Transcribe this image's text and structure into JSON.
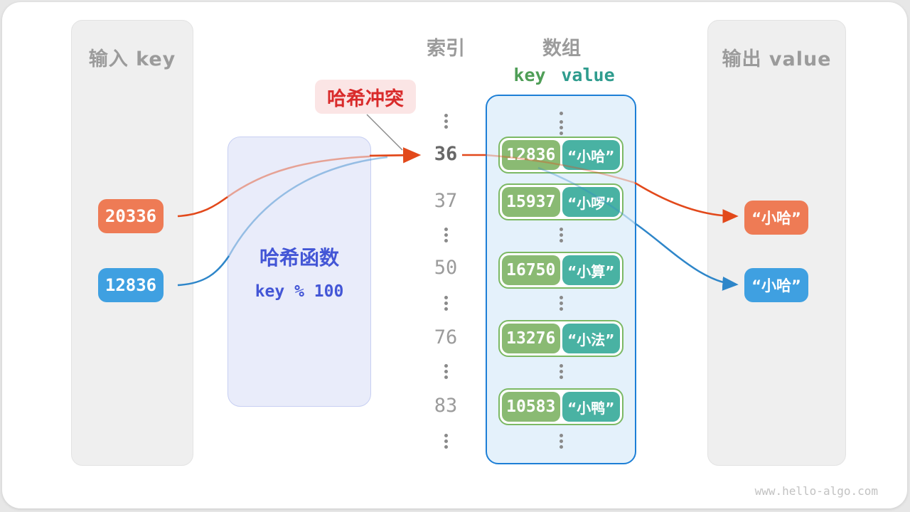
{
  "watermark": "www.hello-algo.com",
  "input_panel": {
    "title": "输入 key",
    "keys": [
      {
        "value": "20336",
        "tone": "orange"
      },
      {
        "value": "12836",
        "tone": "blue"
      }
    ]
  },
  "hash_function": {
    "name": "哈希函数",
    "formula": "key % 100"
  },
  "collision_badge": {
    "text": "哈希冲突"
  },
  "index_column": {
    "title": "索引",
    "items": [
      {
        "type": "ellipsis"
      },
      {
        "type": "index",
        "text": "36",
        "highlight": true
      },
      {
        "type": "index",
        "text": "37",
        "highlight": false
      },
      {
        "type": "ellipsis"
      },
      {
        "type": "index",
        "text": "50",
        "highlight": false
      },
      {
        "type": "ellipsis"
      },
      {
        "type": "index",
        "text": "76",
        "highlight": false
      },
      {
        "type": "ellipsis"
      },
      {
        "type": "index",
        "text": "83",
        "highlight": false
      },
      {
        "type": "ellipsis"
      }
    ]
  },
  "array_column": {
    "title": "数组",
    "headers": {
      "key": "key",
      "value": "value"
    },
    "rows": [
      {
        "key": "12836",
        "value": "“小哈”"
      },
      {
        "key": "15937",
        "value": "“小啰”"
      },
      {
        "key": "16750",
        "value": "“小算”"
      },
      {
        "key": "13276",
        "value": "“小法”"
      },
      {
        "key": "10583",
        "value": "“小鸭”"
      }
    ]
  },
  "output_panel": {
    "title": "输出 value",
    "values": [
      {
        "text": "“小哈”",
        "tone": "orange"
      },
      {
        "text": "“小哈”",
        "tone": "blue"
      }
    ]
  },
  "colors": {
    "orange_box": "#ee7b55",
    "blue_box": "#3fa0e1",
    "arrow_orange": "#e2491b",
    "arrow_blue": "#2e86c9",
    "green_key": "#8aba73",
    "teal_value": "#49b2a3",
    "hash_text": "#4356d6",
    "collision_red": "#d92b2b",
    "array_border": "#1d7fd6"
  }
}
